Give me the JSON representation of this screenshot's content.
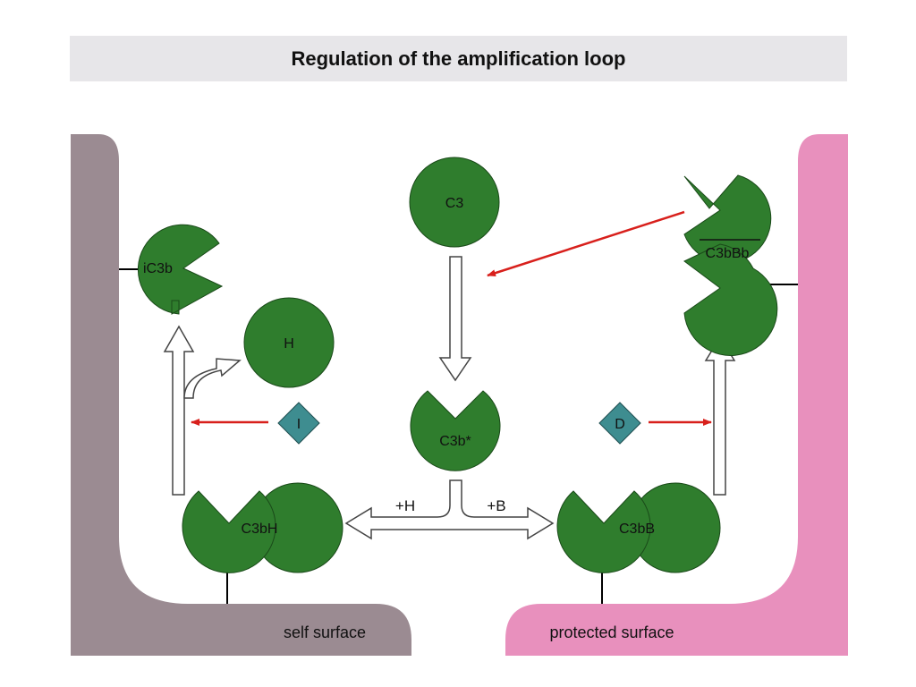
{
  "title": "Regulation of the amplification loop",
  "colors": {
    "title_bg": "#e7e6e9",
    "self_surface": "#9b8b92",
    "protected_surface": "#e890bd",
    "protein": "#2f7d2d",
    "diamond": "#3e8d90",
    "red_arrow": "#d8201c"
  },
  "molecules": {
    "c3": "C3",
    "c3b_star": "C3b*",
    "ic3b": "iC3b",
    "h": "H",
    "c3bh": "C3bH",
    "c3bb": "C3bB",
    "c3bbb": "C3bBb"
  },
  "enzymes": {
    "i": "I",
    "d": "D"
  },
  "arrows": {
    "plus_h": "+H",
    "plus_b": "+B"
  },
  "surfaces": {
    "self": "self surface",
    "protected": "protected surface"
  }
}
